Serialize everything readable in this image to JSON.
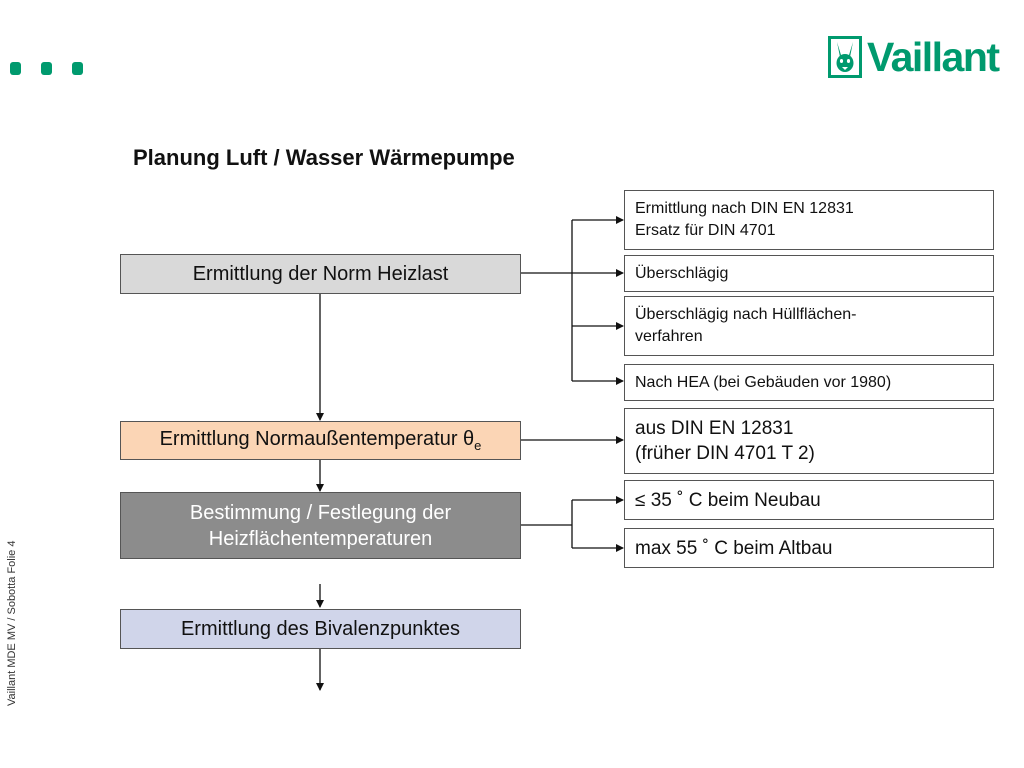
{
  "brand": {
    "name": "Vaillant",
    "color": "#009a6e"
  },
  "title": "Planung Luft / Wasser Wärmepumpe",
  "steps": [
    {
      "label": "Ermittlung der Norm Heizlast",
      "color": "#d9d9d9"
    },
    {
      "label": "Ermittlung Normaußentemperatur θ",
      "subscript": "e",
      "color": "#fbd5b5"
    },
    {
      "label_line1": "Bestimmung / Festlegung der",
      "label_line2": "Heizflächentemperaturen",
      "color": "#8c8c8c"
    },
    {
      "label": "Ermittlung des Bivalenzpunktes",
      "color": "#d0d5ea"
    }
  ],
  "heizlast_options": [
    {
      "line1": "Ermittlung nach DIN EN 12831",
      "line2": "Ersatz für DIN 4701"
    },
    {
      "line1": "Überschlägig"
    },
    {
      "line1": "Überschlägig nach Hüllflächen-",
      "line2": "verfahren"
    },
    {
      "line1": "Nach HEA (bei Gebäuden vor 1980)"
    }
  ],
  "temperatur_source": {
    "line1": "aus DIN EN 12831",
    "line2": "(früher DIN 4701 T  2)"
  },
  "heizflaechen_options": [
    {
      "label": "≤ 35 ˚  C beim Neubau"
    },
    {
      "label": "max 55 ˚  C beim Altbau"
    }
  ],
  "footer": "Vaillant MDE MV / Sobotta    Folie  4"
}
